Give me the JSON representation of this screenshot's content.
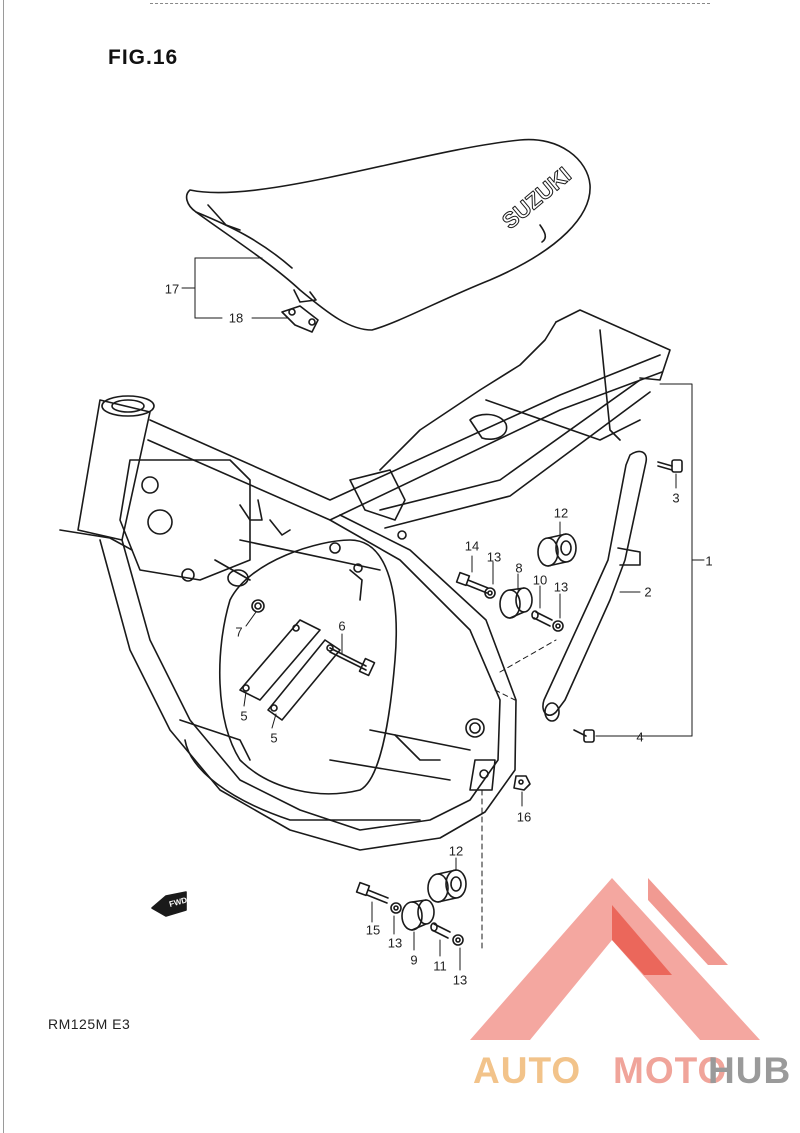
{
  "figure": {
    "title": "FIG.16"
  },
  "model": {
    "code": "RM125M  E3"
  },
  "seat": {
    "brand_text": "SUZUKI"
  },
  "fwd_badge": {
    "text": "FWD"
  },
  "callouts": [
    "1",
    "2",
    "3",
    "4",
    "5",
    "5",
    "6",
    "7",
    "8",
    "9",
    "10",
    "11",
    "12",
    "12",
    "13",
    "13",
    "13",
    "13",
    "14",
    "15",
    "16",
    "17",
    "18"
  ],
  "watermark": {
    "part1": "AUTO",
    "part2": "MOTO",
    "part3": "HUB"
  },
  "colors": {
    "line": "#1a1a1a",
    "watermark_red": "#e8574a",
    "watermark_orange": "#f2c38a",
    "watermark_gray": "#9a9a9a"
  }
}
